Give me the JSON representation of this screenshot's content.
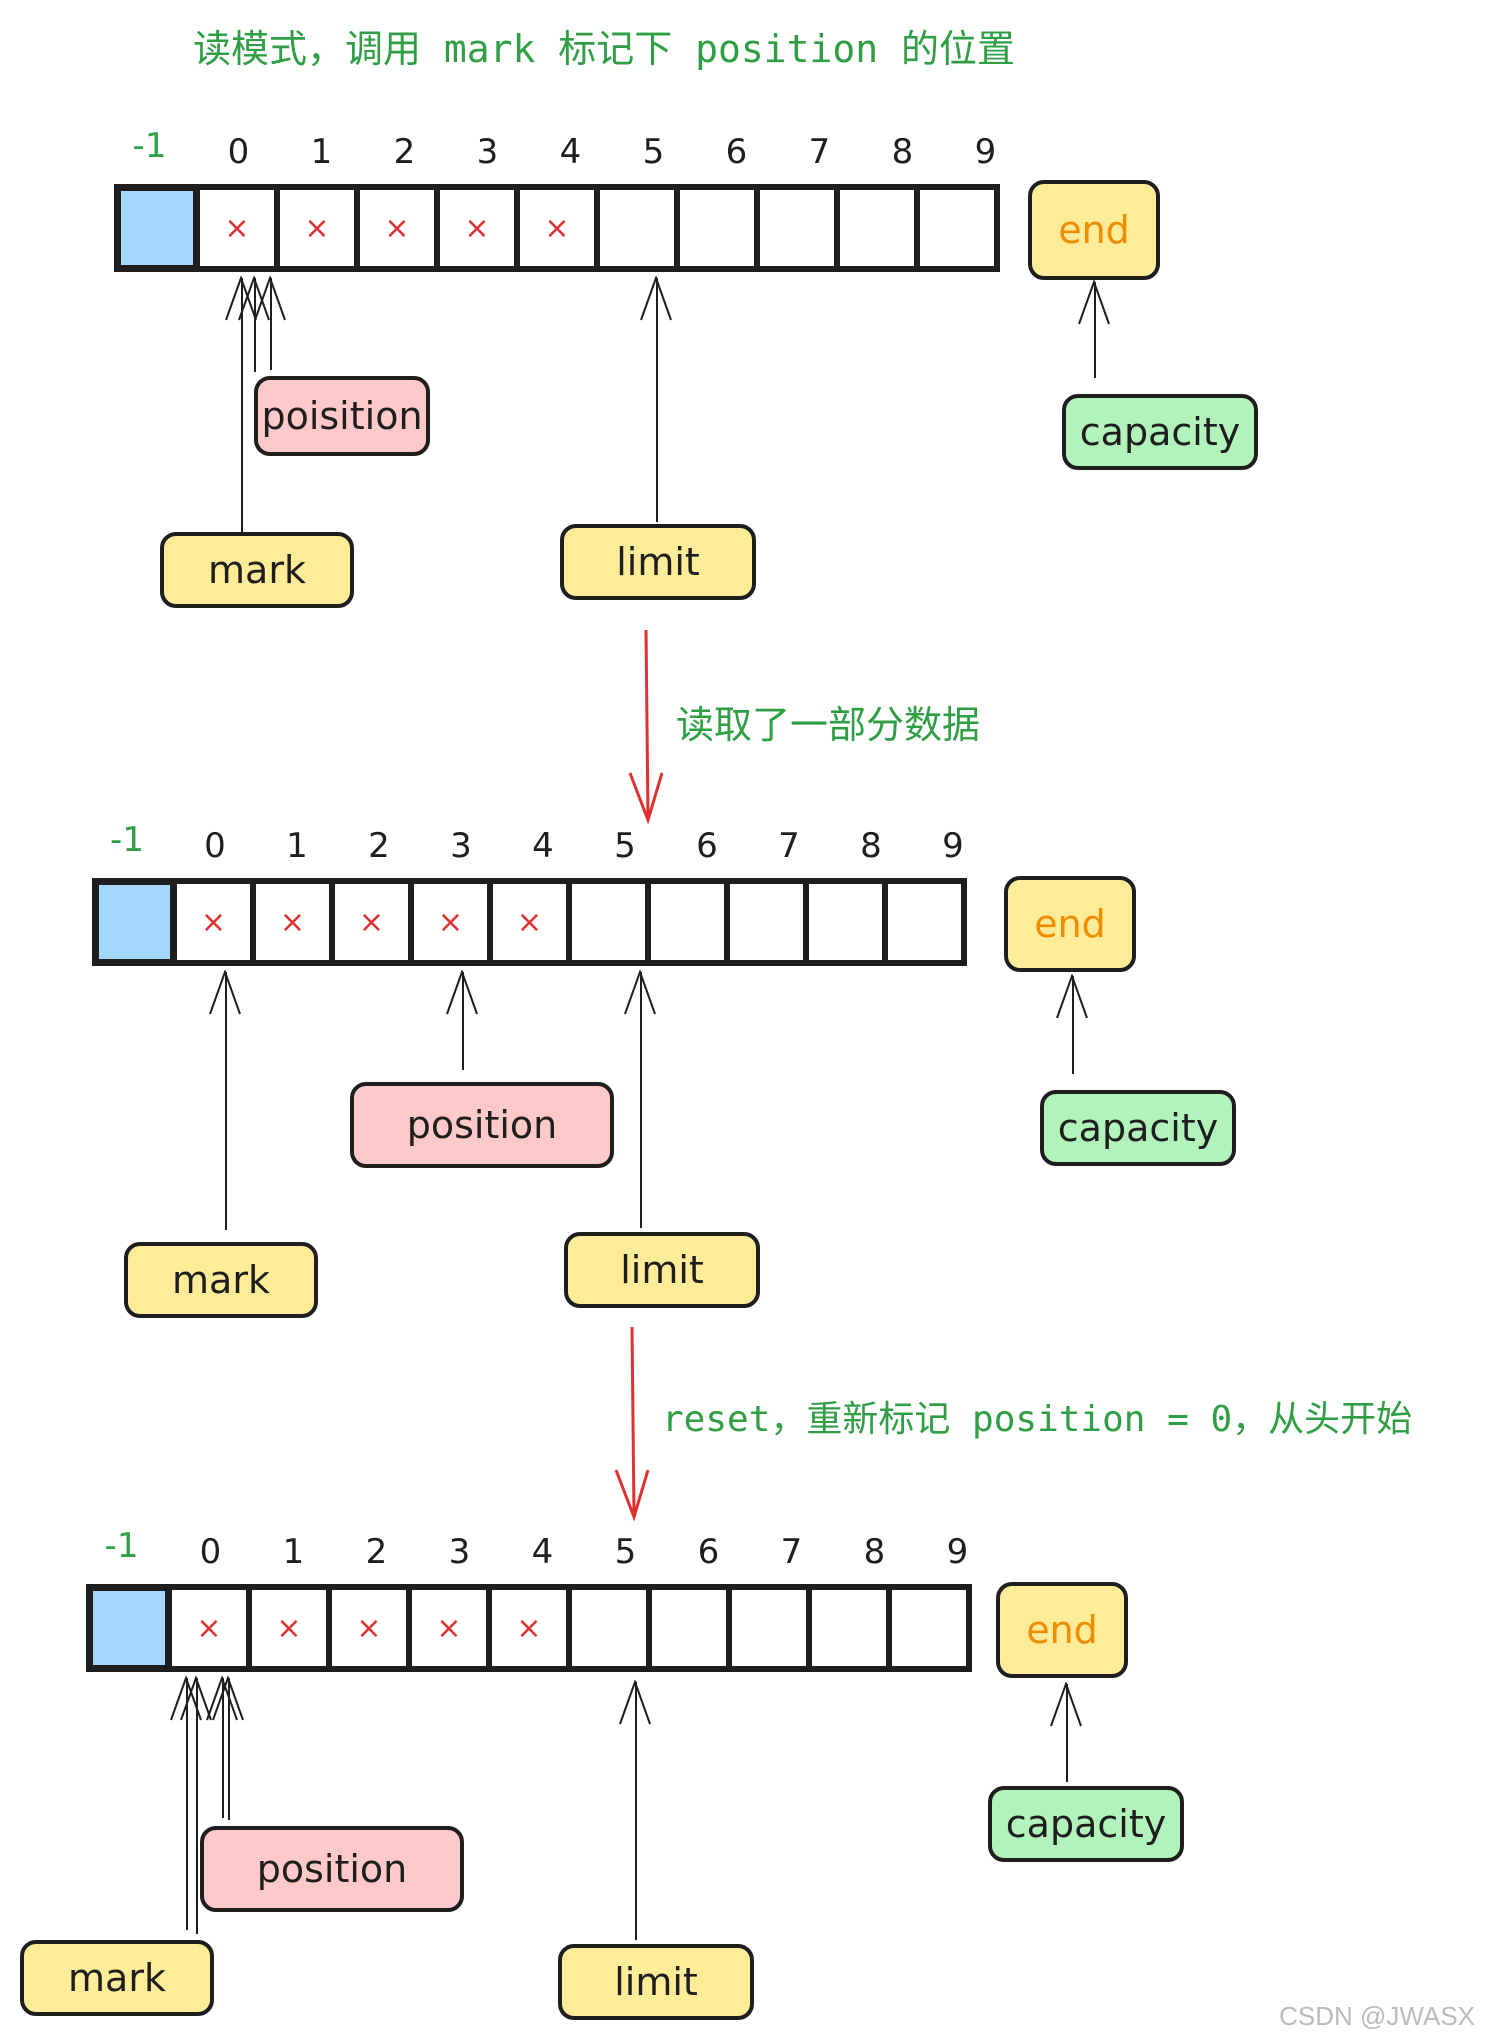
{
  "steps": [
    {
      "caption": "读模式，调用 mark 标记下 position 的位置",
      "index_labels": [
        "-1",
        "0",
        "1",
        "2",
        "3",
        "4",
        "5",
        "6",
        "7",
        "8",
        "9"
      ],
      "cells": [
        "",
        "×",
        "×",
        "×",
        "×",
        "×",
        "",
        "",
        "",
        "",
        ""
      ],
      "end_label": "end",
      "pointers": {
        "mark": "mark",
        "position": "poisition",
        "limit": "limit",
        "capacity": "capacity"
      }
    },
    {
      "caption": "读取了一部分数据",
      "index_labels": [
        "-1",
        "0",
        "1",
        "2",
        "3",
        "4",
        "5",
        "6",
        "7",
        "8",
        "9"
      ],
      "cells": [
        "",
        "×",
        "×",
        "×",
        "×",
        "×",
        "",
        "",
        "",
        "",
        ""
      ],
      "end_label": "end",
      "pointers": {
        "mark": "mark",
        "position": "position",
        "limit": "limit",
        "capacity": "capacity"
      }
    },
    {
      "caption": "reset，重新标记 position = 0，从头开始",
      "index_labels": [
        "-1",
        "0",
        "1",
        "2",
        "3",
        "4",
        "5",
        "6",
        "7",
        "8",
        "9"
      ],
      "cells": [
        "",
        "×",
        "×",
        "×",
        "×",
        "×",
        "",
        "",
        "",
        "",
        ""
      ],
      "end_label": "end",
      "pointers": {
        "mark": "mark",
        "position": "position",
        "limit": "limit",
        "capacity": "capacity"
      }
    }
  ],
  "colors": {
    "caption": "#2f9e44",
    "guard_cell": "#a5d8ff",
    "cross": "#e03131",
    "tag_yellow": "#ffec99",
    "tag_pink": "#ffc9c9",
    "tag_green": "#b2f2bb",
    "end_text": "#f08c00",
    "step_arrow": "#e03131"
  },
  "watermark": "CSDN @JWASX"
}
